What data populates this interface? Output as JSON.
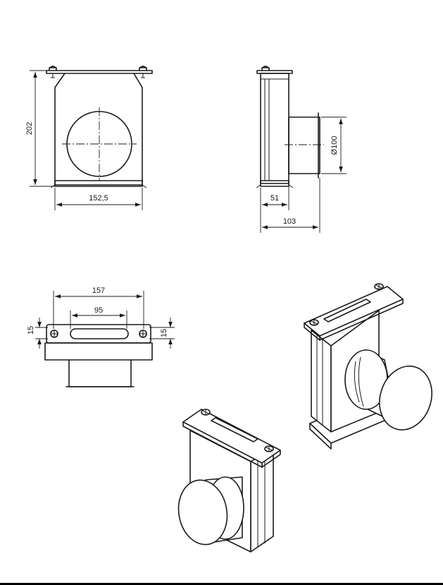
{
  "front_view": {
    "height_dim": "202",
    "width_dim": "152,5"
  },
  "side_view": {
    "diameter_dim": "Ø100",
    "depth_dim": "51",
    "total_depth_dim": "103"
  },
  "top_view": {
    "overall_width_dim": "157",
    "slot_width_dim": "95",
    "left_height_dim": "15",
    "right_height_dim": "15"
  },
  "colors": {
    "line": "#1a1a1a",
    "background": "#ffffff"
  }
}
